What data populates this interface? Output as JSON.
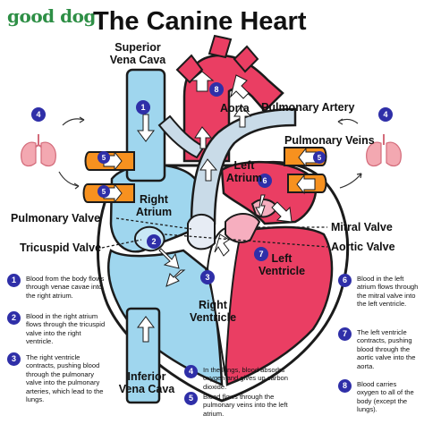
{
  "brand": "good dog",
  "title": "The Canine Heart",
  "labels": {
    "superior_vena_cava": "Superior\nVena Cava",
    "aorta": "Aorta",
    "pulmonary_artery": "Pulmonary Artery",
    "pulmonary_veins": "Pulmonary Veins",
    "left_atrium": "Left\nAtrium",
    "right_atrium": "Right\nAtrium",
    "pulmonary_valve": "Pulmonary Valve",
    "tricuspid_valve": "Tricuspid Valve",
    "mitral_valve": "Mitral Valve",
    "aortic_valve": "Aortic Valve",
    "left_ventricle": "Left\nVentricle",
    "right_ventricle": "Right\nVentricle",
    "inferior_vena_cava": "Inferior\nVena Cava"
  },
  "markers": [
    "1",
    "2",
    "3",
    "4",
    "5",
    "6",
    "7",
    "8"
  ],
  "steps_left": [
    {
      "num": "1",
      "text": "Blood from the body flows through venae cavae into the right atrium."
    },
    {
      "num": "2",
      "text": "Blood in the right atrium flows through the tricuspid valve into the right ventricle."
    },
    {
      "num": "3",
      "text": "The right ventricle contracts, pushing blood through the pulmonary valve into the pulmonary arteries, which lead to the lungs."
    }
  ],
  "steps_bottom": [
    {
      "num": "4",
      "text": "In the lungs, blood absorbs oxygen and gives up carbon dioxide."
    },
    {
      "num": "5",
      "text": "Blood flows through the pulmonary veins into the left atrium."
    }
  ],
  "steps_right": [
    {
      "num": "6",
      "text": "Blood in the left atrium flows through the mitral valve into the left ventricle."
    },
    {
      "num": "7",
      "text": "The left ventricle contracts, pushing blood through the aortic valve into the aorta."
    },
    {
      "num": "8",
      "text": "Blood carries oxygen to all of the body (except the lungs)."
    }
  ],
  "colors": {
    "deoxygenated": "#9fd6ee",
    "oxygenated": "#ea3e63",
    "pulmonary_vein": "#f7911f",
    "pulmonary_artery": "#c9dbe8",
    "heart_outline": "#1b1b1b",
    "step_badge": "#2f2fa8",
    "brand": "#2e8f46",
    "lung": "#f3a8b1"
  }
}
